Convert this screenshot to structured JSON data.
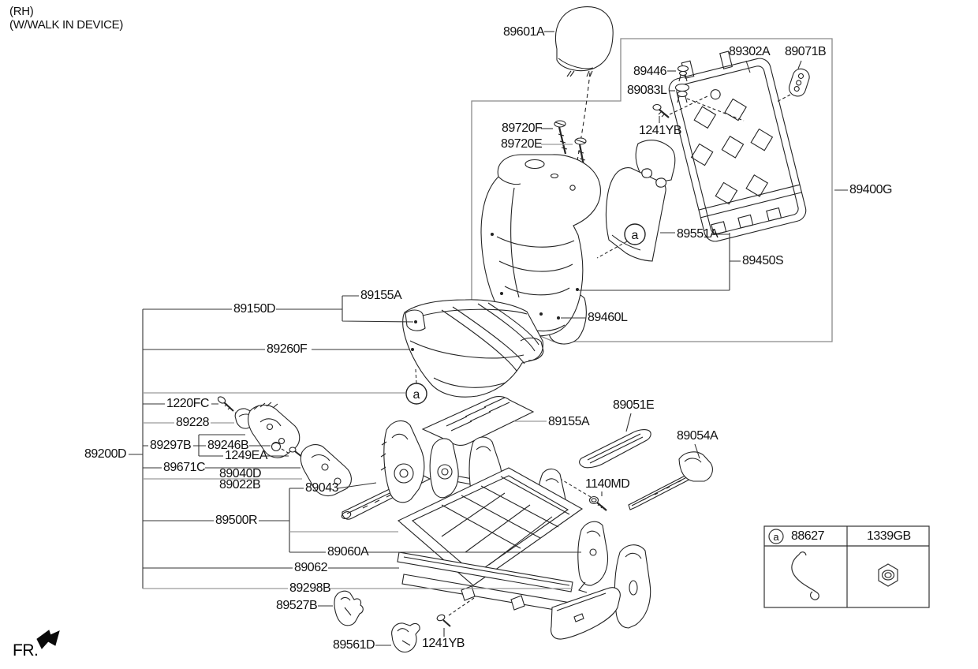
{
  "header": {
    "line1": "(RH)",
    "line2": "(W/WALK IN DEVICE)"
  },
  "footer": {
    "direction": "FR."
  },
  "callout": {
    "marker": "a"
  },
  "legend": {
    "marker": "a",
    "left_part": "88627",
    "right_part": "1339GB"
  },
  "parts": {
    "p89601A": "89601A",
    "p89302A": "89302A",
    "p89071B": "89071B",
    "p89446": "89446",
    "p89083L": "89083L",
    "p1241YB": "1241YB",
    "p89720F": "89720F",
    "p89720E": "89720E",
    "p89400G": "89400G",
    "p89551A": "89551A",
    "p89450S": "89450S",
    "p89155A": "89155A",
    "p89150D": "89150D",
    "p89260F": "89260F",
    "p89460L": "89460L",
    "p1220FC": "1220FC",
    "p89228": "89228",
    "p89297B": "89297B",
    "p89246B": "89246B",
    "p1249EA": "1249EA",
    "p89200D": "89200D",
    "p89671C": "89671C",
    "p89040D": "89040D",
    "p89022B": "89022B",
    "p89043": "89043",
    "p89500R": "89500R",
    "p89060A": "89060A",
    "p89062": "89062",
    "p89298B": "89298B",
    "p89527B": "89527B",
    "p89561D": "89561D",
    "p89051E": "89051E",
    "p89054A": "89054A",
    "p1140MD": "1140MD"
  }
}
